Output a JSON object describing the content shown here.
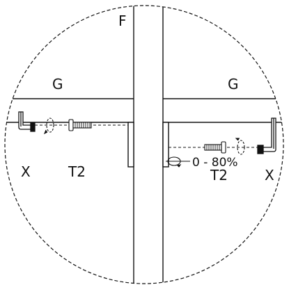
{
  "labels": {
    "frame": "F",
    "left_panel": "G",
    "right_panel": "G",
    "left_tool": "X",
    "right_tool": "X",
    "left_screw": "T2",
    "right_screw": "T2",
    "torque": "0 - 80%"
  },
  "icons": {
    "hex_key": "allen-key-icon",
    "screw": "screw-icon",
    "rotation": "rotate-clockwise-icon",
    "torque": "torque-rotation-icon"
  },
  "colors": {
    "line": "#111111",
    "background": "#ffffff"
  }
}
